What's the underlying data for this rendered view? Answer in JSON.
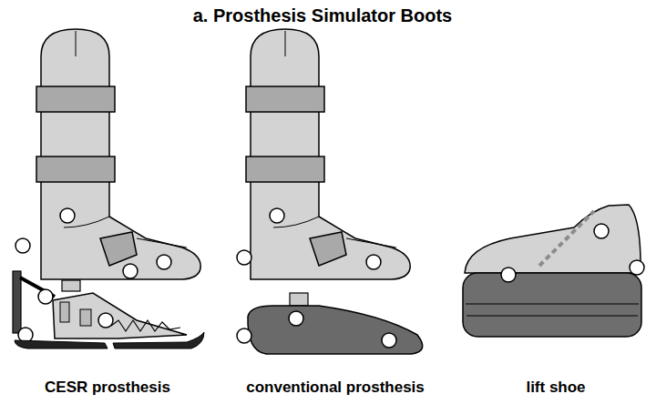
{
  "diagram": {
    "title": "a. Prosthesis Simulator Boots",
    "labels": [
      "CESR prosthesis",
      "conventional prosthesis",
      "lift shoe"
    ]
  }
}
